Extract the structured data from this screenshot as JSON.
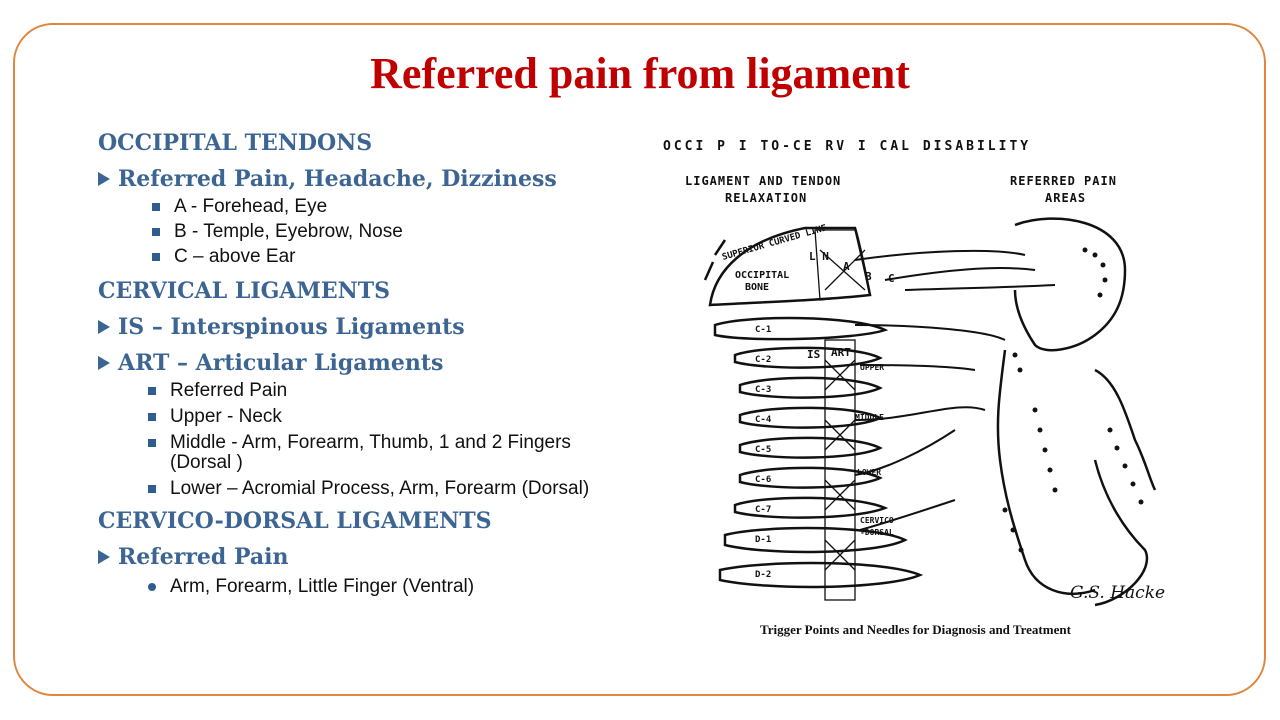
{
  "title": "Referred pain from ligament",
  "sections": [
    {
      "heading": "OCCIPITAL TENDONS",
      "sub": "Referred Pain, Headache, Dizziness",
      "items": [
        "A - Forehead, Eye",
        "B - Temple, Eyebrow, Nose",
        "C – above Ear"
      ]
    },
    {
      "heading": "CERVICAL LIGAMENTS",
      "sub1": "IS – Interspinous Ligaments",
      "sub2": "ART – Articular Ligaments",
      "items": [
        "Referred Pain",
        "Upper - Neck",
        "Middle - Arm, Forearm, Thumb, 1 and 2 Fingers",
        "(Dorsal )",
        "Lower – Acromial Process, Arm, Forearm (Dorsal)"
      ]
    },
    {
      "heading": "CERVICO-DORSAL LIGAMENTS",
      "sub": "Referred Pain",
      "items": [
        "Arm, Forearm, Little Finger (Ventral)"
      ]
    }
  ],
  "figure": {
    "top_title": "OCCI P I TO-CE RV I CAL DISABILITY",
    "left_header_1": "LIGAMENT AND TENDON",
    "left_header_2": "RELAXATION",
    "right_header_1": "REFERRED PAIN",
    "right_header_2": "AREAS",
    "superior_line": "SUPERIOR CURVED LINE",
    "occipital_1": "OCCIPITAL",
    "occipital_2": "BONE",
    "vertebrae": [
      "C-1",
      "C-2",
      "C-3",
      "C-4",
      "C-5",
      "C-6",
      "C-7",
      "D-1",
      "D-2"
    ],
    "labels": {
      "ln": "L N",
      "a": "A",
      "b": "B",
      "c": "C",
      "is": "IS",
      "art": "ART",
      "upper": "UPPER",
      "middle": "MIDDLE",
      "lower": "LOWER",
      "cervico_1": "CERVICO",
      "cervico_2": "-DORSAL"
    },
    "signature": "G.S. Hackett",
    "caption": "Trigger Points and Needles for Diagnosis and Treatment"
  }
}
